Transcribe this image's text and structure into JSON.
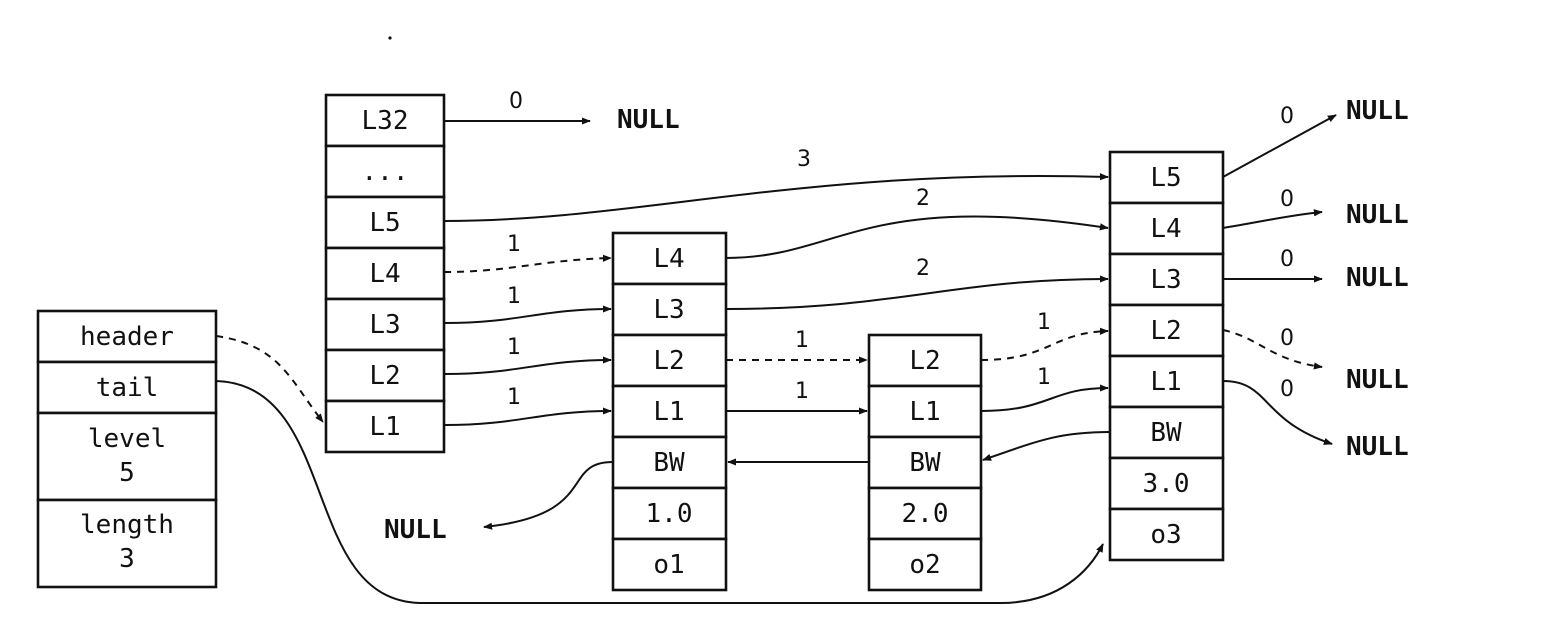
{
  "zskiplist": {
    "fields": [
      "header",
      "tail",
      "level\n5",
      "length\n3"
    ]
  },
  "header_node": {
    "levels": [
      "L32",
      "...",
      "L5",
      "L4",
      "L3",
      "L2",
      "L1"
    ]
  },
  "nodes": [
    {
      "levels": [
        "L4",
        "L3",
        "L2",
        "L1"
      ],
      "backward": "BW",
      "score": "1.0",
      "obj": "o1"
    },
    {
      "levels": [
        "L2",
        "L1"
      ],
      "backward": "BW",
      "score": "2.0",
      "obj": "o2"
    },
    {
      "levels": [
        "L5",
        "L4",
        "L3",
        "L2",
        "L1"
      ],
      "backward": "BW",
      "score": "3.0",
      "obj": "o3"
    }
  ],
  "null_label": "NULL",
  "spans": {
    "header_L32": "0",
    "header_L5": "3",
    "header_L4": "1",
    "header_L3": "1",
    "header_L2": "1",
    "header_L1": "1",
    "n1_L4": "2",
    "n1_L3": "2",
    "n1_L2": "1",
    "n1_L1": "1",
    "n2_L2": "1",
    "n2_L1": "1",
    "n3_L5": "0",
    "n3_L4": "0",
    "n3_L3": "0",
    "n3_L2": "0",
    "n3_L1": "0"
  }
}
